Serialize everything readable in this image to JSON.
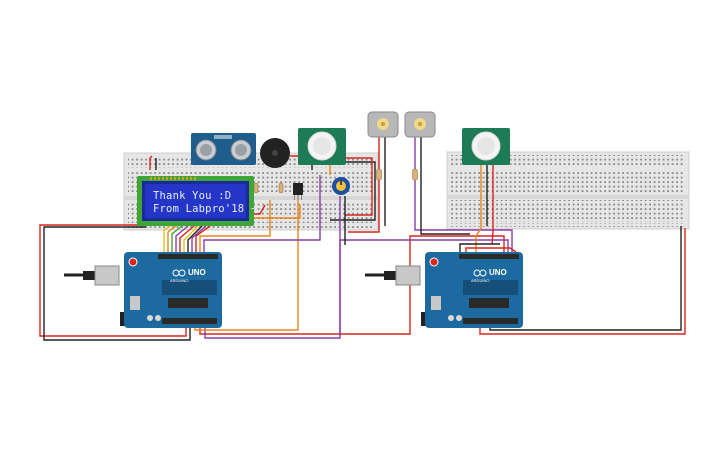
{
  "lcd": {
    "line1": "Thank You :D",
    "line2": "From Labpro'18 ~"
  },
  "arduinos": [
    {
      "board_label": "UNO",
      "brand_label": "ARDUINO"
    },
    {
      "board_label": "UNO",
      "brand_label": "ARDUINO"
    }
  ],
  "colors": {
    "breadboard": "#e6e6e6",
    "arduino": "#1d6aa0",
    "lcd_screen": "#2435c8",
    "lcd_frame": "#3ea635",
    "sensor_pcb": "#1d7b57",
    "ultrasonic_pcb": "#1f5e8c",
    "wire_red": "#d9261c",
    "wire_black": "#222222",
    "wire_orange": "#e9861a",
    "wire_purple": "#8b3fa8",
    "wire_yellow": "#e3c21c"
  },
  "components": {
    "icons": [
      "ultrasonic-sensor-icon",
      "buzzer-icon",
      "pir-sensor-icon",
      "dc-motor-icon",
      "potentiometer-icon",
      "transistor-icon",
      "lcd-display-icon",
      "arduino-board-icon"
    ]
  }
}
